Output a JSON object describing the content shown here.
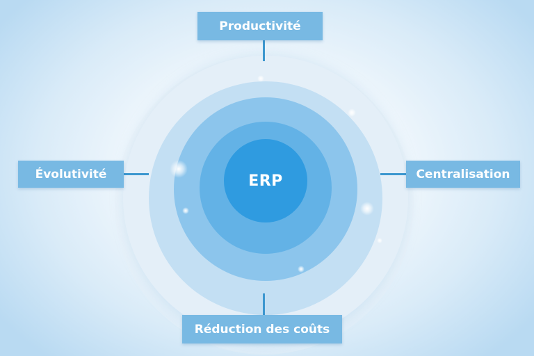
{
  "diagram": {
    "center": {
      "label": "ERP"
    },
    "nodes": {
      "top": {
        "label": "Productivité"
      },
      "left": {
        "label": "Évolutivité"
      },
      "right": {
        "label": "Centralisation"
      },
      "bottom": {
        "label": "Réduction des coûts"
      }
    }
  },
  "colors": {
    "core": "#2f9be0",
    "label_box": "#78b9e3",
    "connector": "#3c97cf",
    "label_text": "#ffffff"
  }
}
